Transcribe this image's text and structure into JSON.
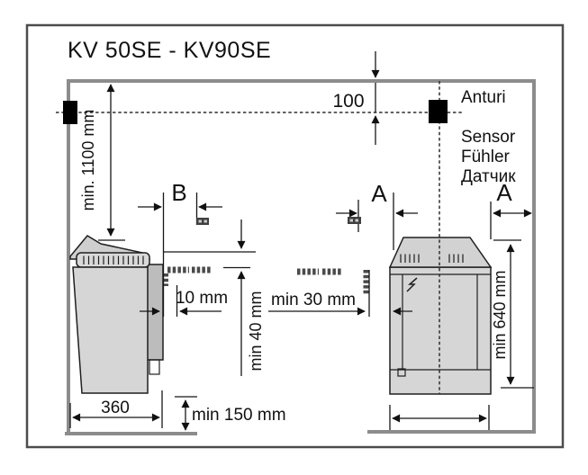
{
  "title": "KV 50SE - KV90SE",
  "sensor": {
    "label_fi": "Anturi",
    "label_en": "Sensor",
    "label_de": "Fühler",
    "label_ru": "Датчик"
  },
  "dimensions": {
    "sensor_to_ceiling": "100",
    "min_sensor_height": "min. 1100 mm",
    "offset_b": "B",
    "offset_a_left": "A",
    "offset_a_right": "A",
    "rail_gap": "10 mm",
    "min_top_clearance": "min 40 mm",
    "min_side_clearance": "min 30 mm",
    "min_rail_height": "min 640 mm",
    "heater_depth": "360",
    "min_floor_clearance": "min 150 mm"
  },
  "colors": {
    "wall": "#8c8c8c",
    "outline": "#1f1f1f",
    "heater_body": "#d6d6d6",
    "heater_cap": "#cfcfcf",
    "heater_rail": "#bcbcbc",
    "sensor": "#000000",
    "frame": "#4d4d4d",
    "background": "#ffffff"
  }
}
